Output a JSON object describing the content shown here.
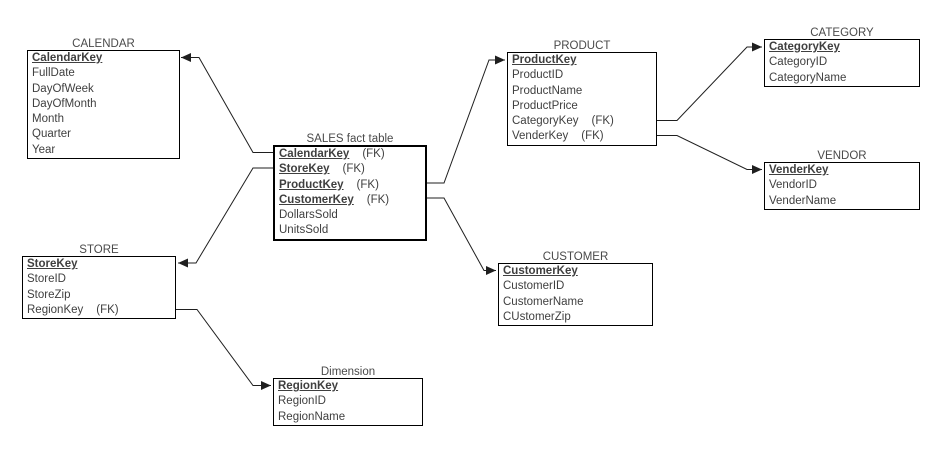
{
  "colors": {
    "background": "#ffffff",
    "line": "#1f1f1f",
    "text": "#3f3f3f"
  },
  "entities": {
    "calendar": {
      "title": "CALENDAR",
      "rows": [
        {
          "name": "CalendarKey"
        },
        {
          "name": "FullDate"
        },
        {
          "name": "DayOfWeek"
        },
        {
          "name": "DayOfMonth"
        },
        {
          "name": "Month"
        },
        {
          "name": "Quarter"
        },
        {
          "name": "Year"
        }
      ]
    },
    "sales": {
      "title": "SALES fact table",
      "rows": [
        {
          "name": "CalendarKey",
          "fk": "(FK)"
        },
        {
          "name": "StoreKey",
          "fk": "(FK)"
        },
        {
          "name": "ProductKey",
          "fk": "(FK)"
        },
        {
          "name": "CustomerKey",
          "fk": "(FK)"
        },
        {
          "name": "DollarsSold"
        },
        {
          "name": "UnitsSold"
        }
      ]
    },
    "product": {
      "title": "PRODUCT",
      "rows": [
        {
          "name": "ProductKey"
        },
        {
          "name": "ProductID"
        },
        {
          "name": "ProductName"
        },
        {
          "name": "ProductPrice"
        },
        {
          "name": "CategoryKey",
          "fk": "(FK)"
        },
        {
          "name": "VenderKey",
          "fk": "(FK)"
        }
      ]
    },
    "category": {
      "title": "CATEGORY",
      "rows": [
        {
          "name": "CategoryKey"
        },
        {
          "name": "CategoryID"
        },
        {
          "name": "CategoryName"
        }
      ]
    },
    "vendor": {
      "title": "VENDOR",
      "rows": [
        {
          "name": "VenderKey"
        },
        {
          "name": "VendorID"
        },
        {
          "name": "VenderName"
        }
      ]
    },
    "customer": {
      "title": "CUSTOMER",
      "rows": [
        {
          "name": "CustomerKey"
        },
        {
          "name": "CustomerID"
        },
        {
          "name": "CustomerName"
        },
        {
          "name": "CUstomerZip"
        }
      ]
    },
    "store": {
      "title": "STORE",
      "rows": [
        {
          "name": "StoreKey"
        },
        {
          "name": "StoreID"
        },
        {
          "name": "StoreZip"
        },
        {
          "name": "RegionKey",
          "fk": "(FK)"
        }
      ]
    },
    "region": {
      "title": "Dimension",
      "rows": [
        {
          "name": "RegionKey"
        },
        {
          "name": "RegionID"
        },
        {
          "name": "RegionName"
        }
      ]
    }
  },
  "relationships": [
    {
      "from": "SALES.CalendarKey",
      "to": "CALENDAR.CalendarKey"
    },
    {
      "from": "SALES.StoreKey",
      "to": "STORE.StoreKey"
    },
    {
      "from": "SALES.ProductKey",
      "to": "PRODUCT.ProductKey"
    },
    {
      "from": "SALES.CustomerKey",
      "to": "CUSTOMER.CustomerKey"
    },
    {
      "from": "PRODUCT.CategoryKey",
      "to": "CATEGORY.CategoryKey"
    },
    {
      "from": "PRODUCT.VenderKey",
      "to": "VENDOR.VenderKey"
    },
    {
      "from": "STORE.RegionKey",
      "to": "Dimension.RegionKey"
    }
  ]
}
